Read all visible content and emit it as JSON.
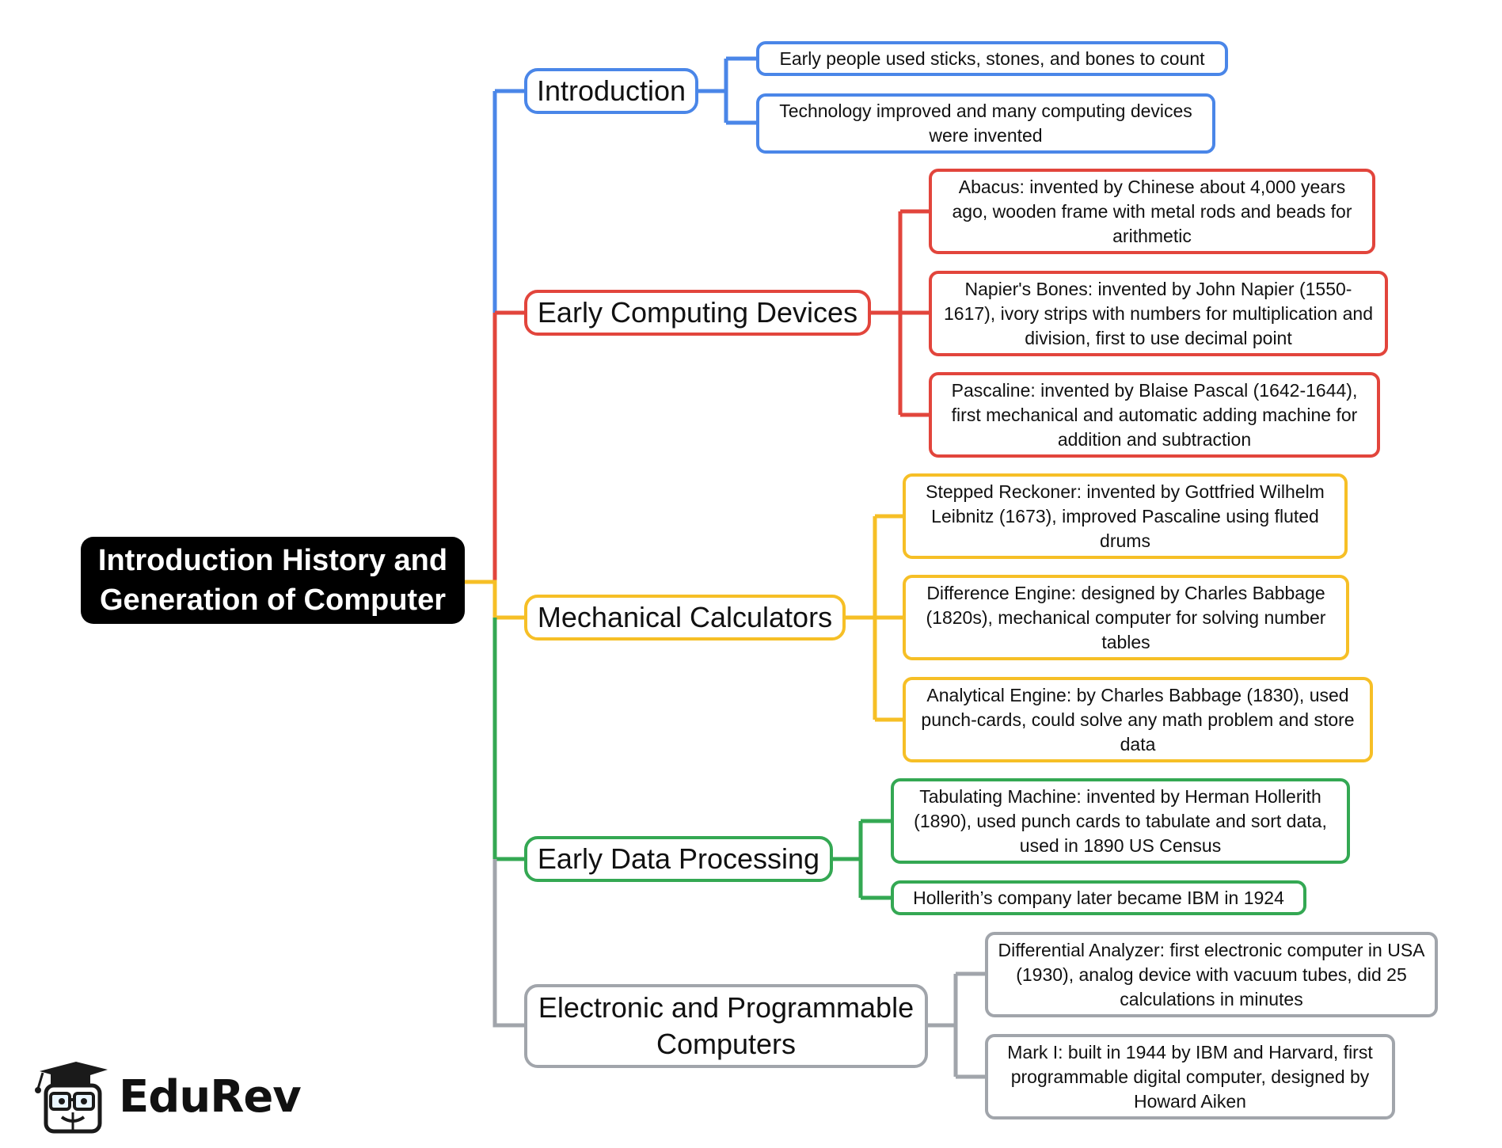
{
  "root": {
    "title_line1": "Introduction History and",
    "title_line2": "Generation of Computer"
  },
  "colors": {
    "introduction": "#4a86e8",
    "early_computing": "#e2453c",
    "mechanical": "#f6bf26",
    "data_processing": "#34a853",
    "electronic": "#a1a5ab"
  },
  "branches": {
    "introduction": {
      "label": "Introduction",
      "leaves": [
        "Early people used sticks, stones, and bones to count",
        "Technology improved and many computing devices were invented"
      ]
    },
    "early_computing": {
      "label": "Early Computing Devices",
      "leaves": [
        "Abacus: invented by Chinese about 4,000 years ago, wooden frame with metal rods and beads for arithmetic",
        "Napier's Bones: invented by John Napier (1550-1617), ivory strips with numbers for multiplication and division, first to use decimal point",
        "Pascaline: invented by Blaise Pascal (1642-1644), first mechanical and automatic adding machine for addition and subtraction"
      ]
    },
    "mechanical": {
      "label": "Mechanical Calculators",
      "leaves": [
        "Stepped Reckoner: invented by Gottfried Wilhelm Leibnitz (1673), improved Pascaline using fluted drums",
        "Difference Engine: designed by Charles Babbage (1820s), mechanical computer for solving number tables",
        "Analytical Engine: by Charles Babbage (1830), used punch-cards, could solve any math problem and store data"
      ]
    },
    "data_processing": {
      "label": "Early Data Processing",
      "leaves": [
        "Tabulating Machine: invented by Herman Hollerith (1890), used punch cards to tabulate and sort data, used in 1890 US Census",
        "Hollerith’s company later became IBM in 1924"
      ]
    },
    "electronic": {
      "label": "Electronic and Programmable Computers",
      "leaves": [
        "Differential Analyzer: first electronic computer in USA (1930), analog device with vacuum tubes, did 25 calculations in minutes",
        "Mark I: built in 1944 by IBM and Harvard, first programmable digital computer, designed by Howard Aiken"
      ]
    }
  },
  "logo": {
    "text": "EduRev",
    "icon": "graduation-cap-mascot-icon"
  }
}
